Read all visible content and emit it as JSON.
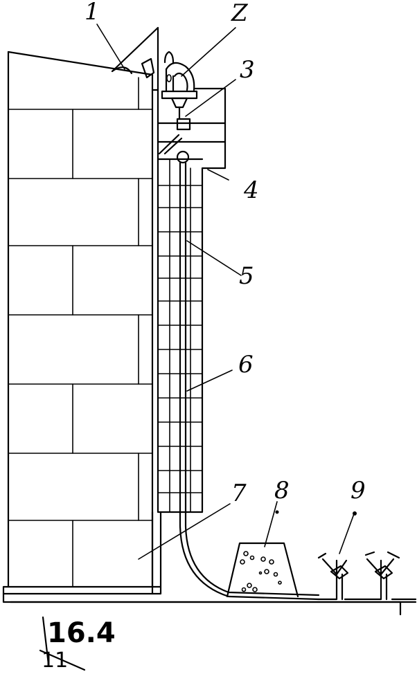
{
  "diagram": {
    "labels": [
      {
        "id": "1",
        "text": "1"
      },
      {
        "id": "2",
        "text": "Z"
      },
      {
        "id": "3",
        "text": "3"
      },
      {
        "id": "4",
        "text": "4"
      },
      {
        "id": "5",
        "text": "5"
      },
      {
        "id": "6",
        "text": "6"
      },
      {
        "id": "7",
        "text": "7"
      },
      {
        "id": "8",
        "text": "8"
      },
      {
        "id": "9",
        "text": "9"
      }
    ],
    "page_mark": {
      "main": "16.4",
      "struck": "11"
    }
  }
}
